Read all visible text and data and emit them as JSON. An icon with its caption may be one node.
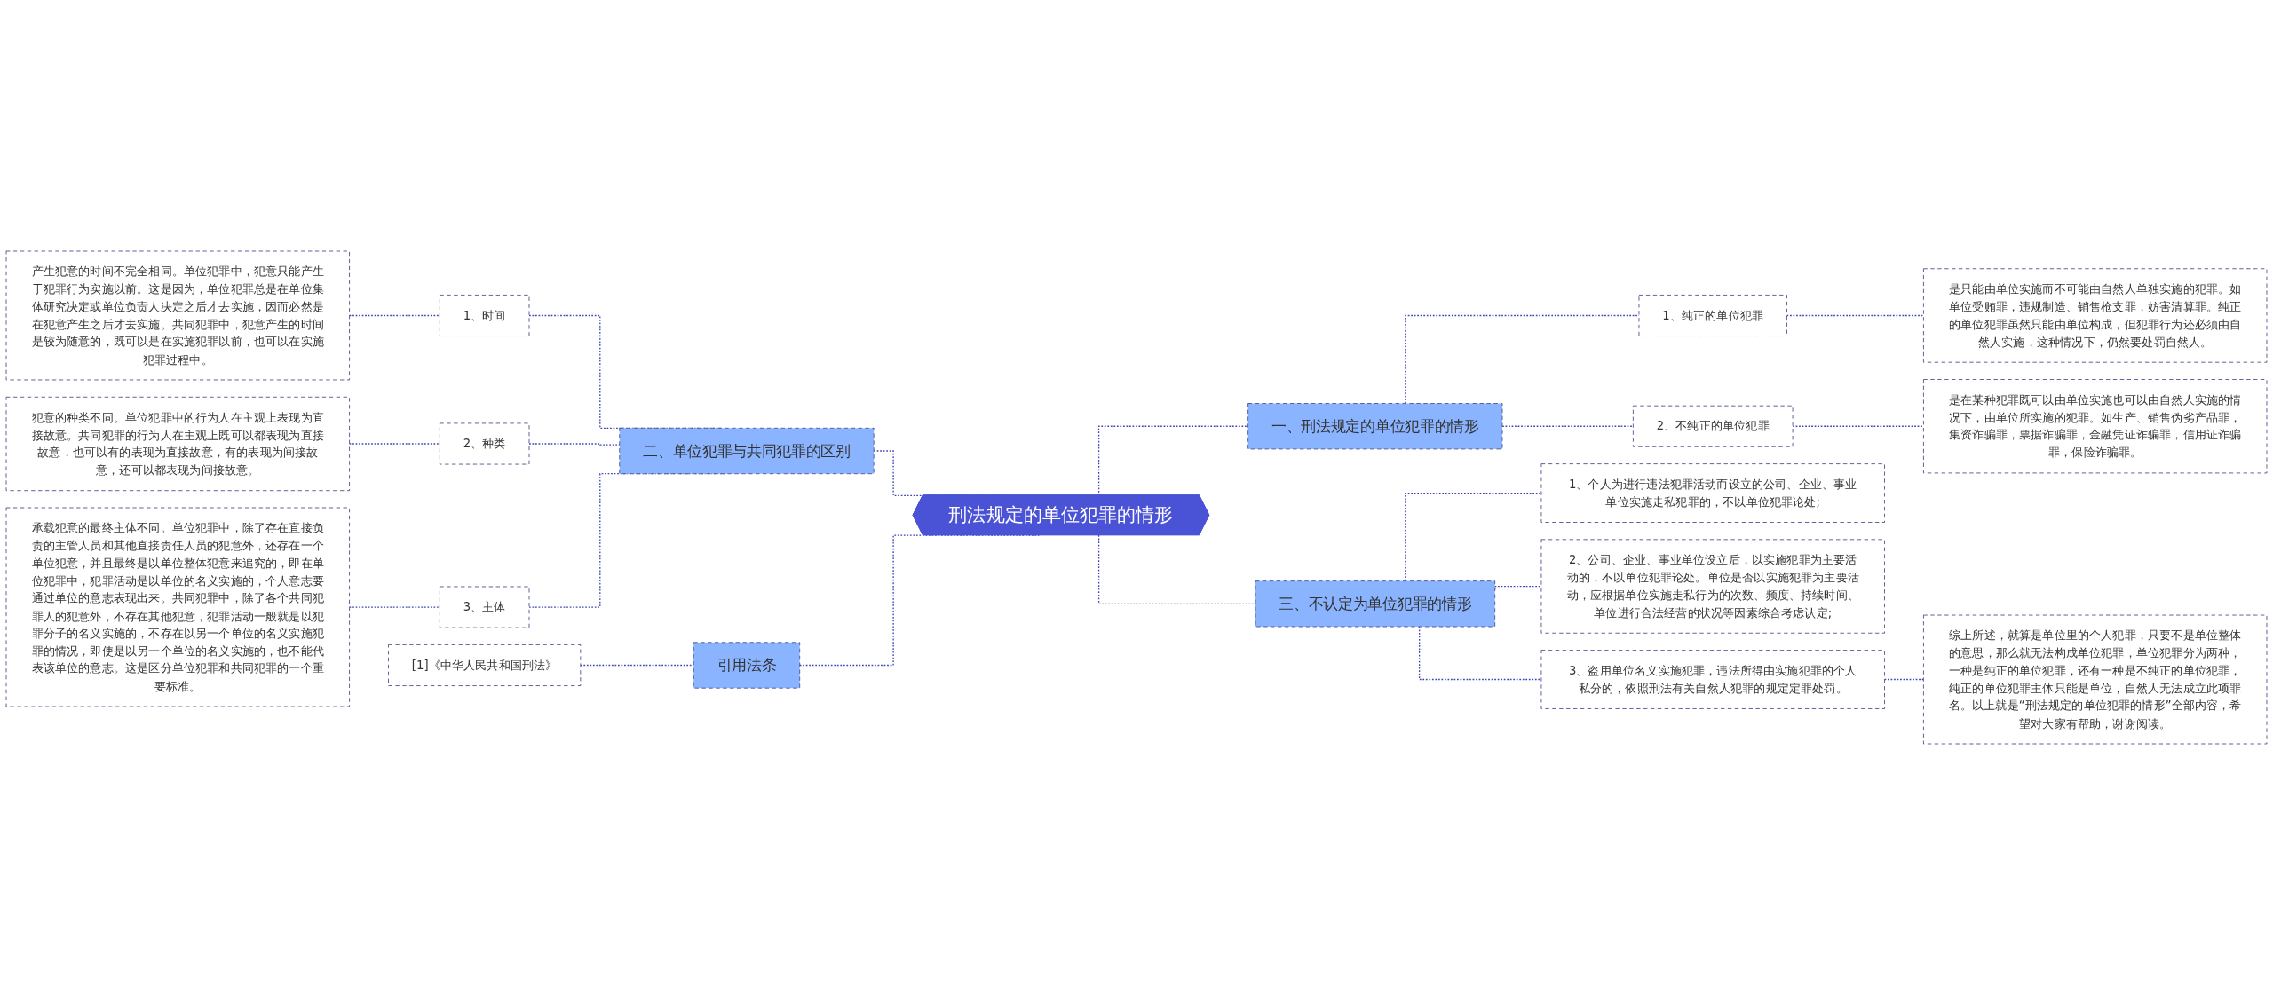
{
  "diagram": {
    "nodes": [
      {
        "text": [
          "刑法规定的单位犯罪的情形"
        ]
      },
      {
        "text": [
          "一、刑法规定的单位犯罪的情形"
        ]
      },
      {
        "text": [
          "1、纯正的单位犯罪"
        ]
      },
      {
        "text": [
          "是只能由单位实施而不可能由自然人单独实施的犯罪。如单位受贿罪，违规制造、销售枪支罪，妨害清算罪。纯正的单位犯罪虽然只能由单位构成，但犯罪行为还必须由自然人实施，这种情况下，仍然要处罚自然人。"
        ]
      },
      {
        "text": [
          "2、不纯正的单位犯罪"
        ]
      },
      {
        "text": [
          "是在某种犯罪既可以由单位实施也可以由自然人实施的情况下，由单位所实施的犯罪。如生产、销售伪劣产品罪，集资诈骗罪，票据诈骗罪，金融凭证诈骗罪，信用证诈骗罪，保险诈骗罪。"
        ]
      },
      {
        "text": [
          "三、不认定为单位犯罪的情形"
        ]
      },
      {
        "text": [
          "1、个人为进行违法犯罪活动而设立的公司、企业、事业单位实施走私犯罪的，不以单位犯罪论处;"
        ]
      },
      {
        "text": [
          "2、公司、企业、事业单位设立后，以实施犯罪为主要活动的，不以单位犯罪论处。单位是否以实施犯罪为主要活动，应根据单位实施走私行为的次数、频度、持续时间、单位进行合法经营的状况等因素综合考虑认定;"
        ]
      },
      {
        "text": [
          "3、盗用单位名义实施犯罪，违法所得由实施犯罪的个人私分的，依照刑法有关自然人犯罪的规定定罪处罚。"
        ]
      },
      {
        "text": [
          "综上所述，就算是单位里的个人犯罪，只要不是单位整体的意思，那么就无法构成单位犯罪，单位犯罪分为两种，一种是纯正的单位犯罪，还有一种是不纯正的单位犯罪，纯正的单位犯罪主体只能是单位，自然人无法成立此项罪名。以上就是“刑法规定的单位犯罪的情形”全部内容，希望对大家有帮助，谢谢阅读。"
        ]
      },
      {
        "text": [
          "二、单位犯罪与共同犯罪的区别"
        ]
      },
      {
        "text": [
          "1、时间"
        ]
      },
      {
        "text": [
          "产生犯意的时间不完全相同。单位犯罪中，犯意只能产生于犯罪行为实施以前。这是因为，单位犯罪总是在单位集体研究决定或单位负责人决定之后才去实施，因而必然是在犯意产生之后才去实施。共同犯罪中，犯意产生的时间是较为随意的，既可以是在实施犯罪以前，也可以在实施犯罪过程中。"
        ]
      },
      {
        "text": [
          "2、种类"
        ]
      },
      {
        "text": [
          "犯意的种类不同。单位犯罪中的行为人在主观上表现为直接故意。共同犯罪的行为人在主观上既可以都表现为直接故意，也可以有的表现为直接故意，有的表现为间接故意，还可以都表现为间接故意。"
        ]
      },
      {
        "text": [
          "3、主体"
        ]
      },
      {
        "text": [
          "承载犯意的最终主体不同。单位犯罪中，除了存在直接负责的主管人员和其他直接责任人员的犯意外，还存在一个单位犯意，并且最终是以单位整体犯意来追究的，即在单位犯罪中，犯罪活动是以单位的名义实施的，个人意志要通过单位的意志表现出来。共同犯罪中，除了各个共同犯罪人的犯意外，不存在其他犯意，犯罪活动一般就是以犯罪分子的名义实施的，不存在以另一个单位的名义实施犯罪的情况，即使是以另一个单位的名义实施的，也不能代表该单位的意志。这是区分单位犯罪和共同犯罪的一个重要标准。"
        ]
      },
      {
        "text": [
          "引用法条"
        ]
      },
      {
        "text": [
          "[1]《中华人民共和国刑法》"
        ]
      }
    ],
    "edges": [
      {
        "from": 0,
        "to": 1,
        "arrow": "none",
        "style": "dashed"
      },
      {
        "from": 1,
        "to": 2,
        "arrow": "none",
        "style": "dashed"
      },
      {
        "from": 2,
        "to": 3,
        "arrow": "none",
        "style": "dashed"
      },
      {
        "from": 1,
        "to": 4,
        "arrow": "none",
        "style": "dashed"
      },
      {
        "from": 4,
        "to": 5,
        "arrow": "none",
        "style": "dashed"
      },
      {
        "from": 0,
        "to": 6,
        "arrow": "none",
        "style": "dashed"
      },
      {
        "from": 6,
        "to": 7,
        "arrow": "none",
        "style": "dashed"
      },
      {
        "from": 6,
        "to": 8,
        "arrow": "none",
        "style": "dashed"
      },
      {
        "from": 6,
        "to": 9,
        "arrow": "none",
        "style": "dashed"
      },
      {
        "from": 9,
        "to": 10,
        "arrow": "none",
        "style": "dashed"
      },
      {
        "from": 11,
        "to": 0,
        "arrow": "none",
        "style": "dashed"
      },
      {
        "from": 12,
        "to": 11,
        "arrow": "none",
        "style": "dashed"
      },
      {
        "from": 13,
        "to": 12,
        "arrow": "none",
        "style": "dashed"
      },
      {
        "from": 14,
        "to": 11,
        "arrow": "none",
        "style": "dashed"
      },
      {
        "from": 15,
        "to": 14,
        "arrow": "none",
        "style": "dashed"
      },
      {
        "from": 16,
        "to": 11,
        "arrow": "none",
        "style": "dashed"
      },
      {
        "from": 17,
        "to": 16,
        "arrow": "none",
        "style": "dashed"
      },
      {
        "from": 18,
        "to": 0,
        "arrow": "none",
        "style": "dashed"
      },
      {
        "from": 19,
        "to": 18,
        "arrow": "none",
        "style": "dashed"
      }
    ]
  }
}
